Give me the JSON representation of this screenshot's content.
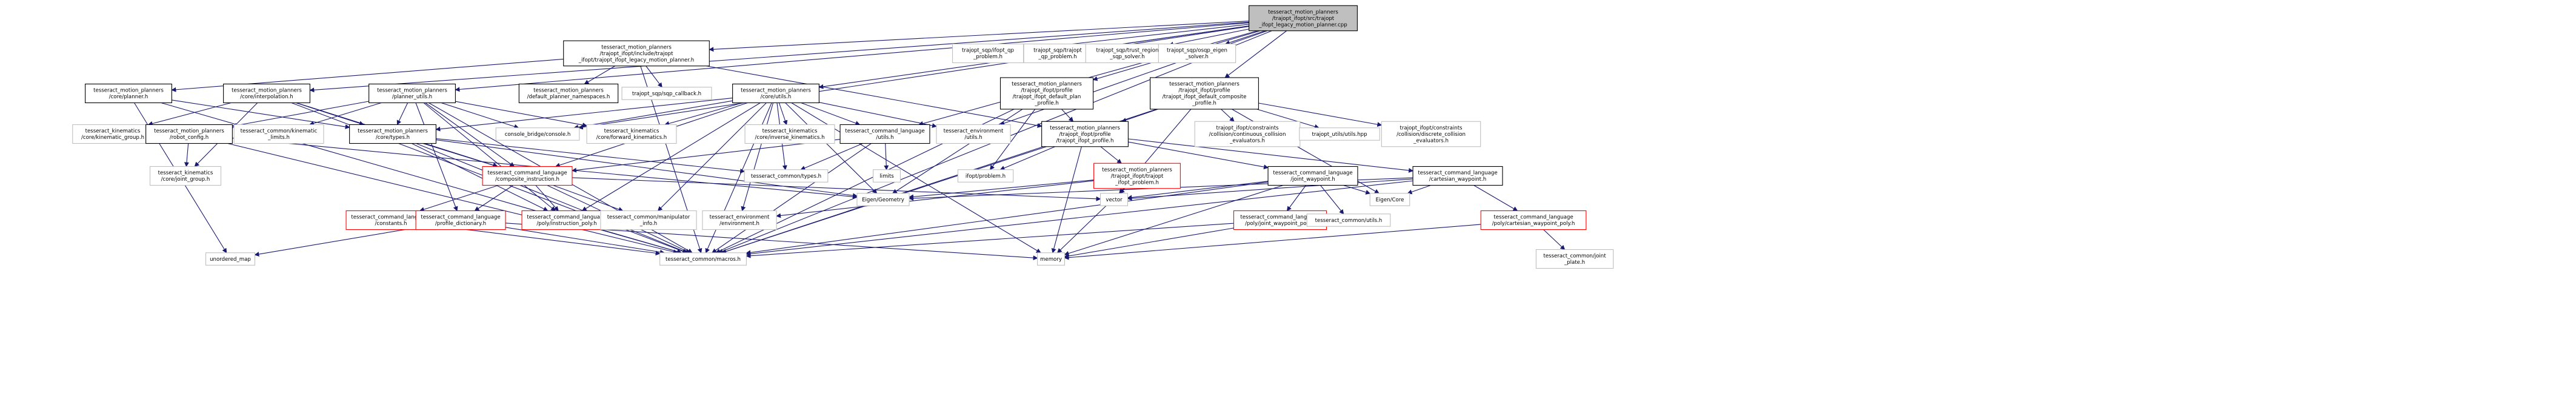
{
  "colors": {
    "edge": "#191970",
    "normal_border": "#000000",
    "missing_border": "#bfbfbf",
    "unfollowed_border": "#ff0000",
    "root_fill": "#bfbfbf",
    "fill": "#ffffff"
  },
  "nodes": {
    "root": {
      "lines": [
        "tesseract_motion_planners",
        "/trajopt_ifopt/src/trajopt",
        "_ifopt_legacy_motion_planner.cpp"
      ],
      "kind": "root"
    },
    "legacy_h": {
      "lines": [
        "tesseract_motion_planners",
        "/trajopt_ifopt/include/trajopt",
        "_ifopt/trajopt_ifopt_legacy_motion_planner.h"
      ],
      "kind": "normal"
    },
    "ifopt_qp": {
      "lines": [
        "trajopt_sqp/ifopt_qp",
        "_problem.h"
      ],
      "kind": "missing"
    },
    "trajopt_qp": {
      "lines": [
        "trajopt_sqp/trajopt",
        "_qp_problem.h"
      ],
      "kind": "missing"
    },
    "trust_region": {
      "lines": [
        "trajopt_sqp/trust_region",
        "_sqp_solver.h"
      ],
      "kind": "missing"
    },
    "osqp_eigen": {
      "lines": [
        "trajopt_sqp/osqp_eigen",
        "_solver.h"
      ],
      "kind": "missing"
    },
    "core_planner": {
      "lines": [
        "tesseract_motion_planners",
        "/core/planner.h"
      ],
      "kind": "normal"
    },
    "core_interp": {
      "lines": [
        "tesseract_motion_planners",
        "/core/interpolation.h"
      ],
      "kind": "normal"
    },
    "planner_utils": {
      "lines": [
        "tesseract_motion_planners",
        "/planner_utils.h"
      ],
      "kind": "normal"
    },
    "default_ns": {
      "lines": [
        "tesseract_motion_planners",
        "/default_planner_namespaces.h"
      ],
      "kind": "normal"
    },
    "sqp_callback": {
      "lines": [
        "trajopt_sqp/sqp_callback.h"
      ],
      "kind": "missing"
    },
    "core_utils": {
      "lines": [
        "tesseract_motion_planners",
        "/core/utils.h"
      ],
      "kind": "normal"
    },
    "default_plan_profile": {
      "lines": [
        "tesseract_motion_planners",
        "/trajopt_ifopt/profile",
        "/trajopt_ifopt_default_plan",
        "_profile.h"
      ],
      "kind": "normal"
    },
    "default_comp_profile": {
      "lines": [
        "tesseract_motion_planners",
        "/trajopt_ifopt/profile",
        "/trajopt_ifopt_default_composite",
        "_profile.h"
      ],
      "kind": "normal"
    },
    "kinematic_group": {
      "lines": [
        "tesseract_kinematics",
        "/core/kinematic_group.h"
      ],
      "kind": "missing"
    },
    "robot_config": {
      "lines": [
        "tesseract_motion_planners",
        "/robot_config.h"
      ],
      "kind": "normal"
    },
    "common_kin_limits": {
      "lines": [
        "tesseract_common/kinematic",
        "_limits.h"
      ],
      "kind": "missing"
    },
    "core_types": {
      "lines": [
        "tesseract_motion_planners",
        "/core/types.h"
      ],
      "kind": "normal"
    },
    "console_bridge": {
      "lines": [
        "console_bridge/console.h"
      ],
      "kind": "missing"
    },
    "forward_kin": {
      "lines": [
        "tesseract_kinematics",
        "/core/forward_kinematics.h"
      ],
      "kind": "missing"
    },
    "inverse_kin": {
      "lines": [
        "tesseract_kinematics",
        "/core/inverse_kinematics.h"
      ],
      "kind": "missing"
    },
    "cl_utils": {
      "lines": [
        "tesseract_command_language",
        "/utils.h"
      ],
      "kind": "normal"
    },
    "env_utils": {
      "lines": [
        "tesseract_environment",
        "/utils.h"
      ],
      "kind": "missing"
    },
    "ifopt_profile": {
      "lines": [
        "tesseract_motion_planners",
        "/trajopt_ifopt/profile",
        "/trajopt_ifopt_profile.h"
      ],
      "kind": "normal"
    },
    "cont_eval": {
      "lines": [
        "trajopt_ifopt/constraints",
        "/collision/continuous_collision",
        "_evaluators.h"
      ],
      "kind": "missing"
    },
    "utils_hpp": {
      "lines": [
        "trajopt_utils/utils.hpp"
      ],
      "kind": "missing"
    },
    "disc_eval": {
      "lines": [
        "trajopt_ifopt/constraints",
        "/collision/discrete_collision",
        "_evaluators.h"
      ],
      "kind": "missing"
    },
    "joint_group": {
      "lines": [
        "tesseract_kinematics",
        "/core/joint_group.h"
      ],
      "kind": "missing"
    },
    "common_types": {
      "lines": [
        "tesseract_common/types.h"
      ],
      "kind": "missing"
    },
    "limits": {
      "lines": [
        "limits"
      ],
      "kind": "missing"
    },
    "ifopt_problem": {
      "lines": [
        "ifopt/problem.h"
      ],
      "kind": "missing"
    },
    "composite_instr": {
      "lines": [
        "tesseract_command_language",
        "/composite_instruction.h"
      ],
      "kind": "unfollowed"
    },
    "trajopt_ifopt_problem": {
      "lines": [
        "tesseract_motion_planners",
        "/trajopt_ifopt/trajopt",
        "_ifopt_problem.h"
      ],
      "kind": "unfollowed"
    },
    "joint_waypoint": {
      "lines": [
        "tesseract_command_language",
        "/joint_waypoint.h"
      ],
      "kind": "normal"
    },
    "cartesian_waypoint": {
      "lines": [
        "tesseract_command_language",
        "/cartesian_waypoint.h"
      ],
      "kind": "normal"
    },
    "vector": {
      "lines": [
        "vector"
      ],
      "kind": "missing"
    },
    "eigen_geometry": {
      "lines": [
        "Eigen/Geometry"
      ],
      "kind": "missing"
    },
    "cl_constants": {
      "lines": [
        "tesseract_command_language",
        "/constants.h"
      ],
      "kind": "unfollowed"
    },
    "profile_dict": {
      "lines": [
        "tesseract_command_language",
        "/profile_dictionary.h"
      ],
      "kind": "unfollowed"
    },
    "instruction_poly": {
      "lines": [
        "tesseract_command_language",
        "/poly/instruction_poly.h"
      ],
      "kind": "unfollowed"
    },
    "manip_info": {
      "lines": [
        "tesseract_common/manipulator",
        "_info.h"
      ],
      "kind": "missing"
    },
    "env_env": {
      "lines": [
        "tesseract_environment",
        "/environment.h"
      ],
      "kind": "missing"
    },
    "joint_wp_poly": {
      "lines": [
        "tesseract_command_language",
        "/poly/joint_waypoint_poly.h"
      ],
      "kind": "unfollowed"
    },
    "common_utils": {
      "lines": [
        "tesseract_common/utils.h"
      ],
      "kind": "missing"
    },
    "eigen_core": {
      "lines": [
        "Eigen/Core"
      ],
      "kind": "missing"
    },
    "cart_wp_poly": {
      "lines": [
        "tesseract_command_language",
        "/poly/cartesian_waypoint_poly.h"
      ],
      "kind": "unfollowed"
    },
    "unordered_map": {
      "lines": [
        "unordered_map"
      ],
      "kind": "missing"
    },
    "macros": {
      "lines": [
        "tesseract_common/macros.h"
      ],
      "kind": "missing"
    },
    "memory": {
      "lines": [
        "memory"
      ],
      "kind": "missing"
    },
    "joint_plate": {
      "lines": [
        "tesseract_common/joint",
        "_plate.h"
      ],
      "kind": "missing"
    }
  },
  "edges": [
    [
      "root",
      "legacy_h"
    ],
    [
      "root",
      "ifopt_qp"
    ],
    [
      "root",
      "trajopt_qp"
    ],
    [
      "root",
      "trust_region"
    ],
    [
      "root",
      "osqp_eigen"
    ],
    [
      "root",
      "core_utils"
    ],
    [
      "root",
      "default_plan_profile"
    ],
    [
      "root",
      "default_comp_profile"
    ],
    [
      "root",
      "core_interp"
    ],
    [
      "root",
      "planner_utils"
    ],
    [
      "root",
      "cl_utils"
    ],
    [
      "root",
      "env_utils"
    ],
    [
      "root",
      "console_bridge"
    ],
    [
      "root",
      "macros"
    ],
    [
      "legacy_h",
      "core_planner"
    ],
    [
      "legacy_h",
      "default_ns"
    ],
    [
      "legacy_h",
      "sqp_callback"
    ],
    [
      "legacy_h",
      "ifopt_profile"
    ],
    [
      "legacy_h",
      "macros"
    ],
    [
      "core_planner",
      "core_types"
    ],
    [
      "core_planner",
      "macros"
    ],
    [
      "core_planner",
      "unordered_map"
    ],
    [
      "core_interp",
      "core_types"
    ],
    [
      "core_interp",
      "composite_instr"
    ],
    [
      "core_interp",
      "joint_group"
    ],
    [
      "core_interp",
      "kinematic_group"
    ],
    [
      "core_interp",
      "macros"
    ],
    [
      "planner_utils",
      "robot_config"
    ],
    [
      "planner_utils",
      "common_kin_limits"
    ],
    [
      "planner_utils",
      "core_types"
    ],
    [
      "planner_utils",
      "composite_instr"
    ],
    [
      "planner_utils",
      "console_bridge"
    ],
    [
      "planner_utils",
      "forward_kin"
    ],
    [
      "planner_utils",
      "instruction_poly"
    ],
    [
      "planner_utils",
      "profile_dict"
    ],
    [
      "planner_utils",
      "macros"
    ],
    [
      "core_utils",
      "console_bridge"
    ],
    [
      "core_utils",
      "forward_kin"
    ],
    [
      "core_utils",
      "inverse_kin"
    ],
    [
      "core_utils",
      "cl_utils"
    ],
    [
      "core_utils",
      "env_utils"
    ],
    [
      "core_utils",
      "core_types"
    ],
    [
      "core_utils",
      "composite_instr"
    ],
    [
      "core_utils",
      "instruction_poly"
    ],
    [
      "core_utils",
      "eigen_geometry"
    ],
    [
      "core_utils",
      "env_env"
    ],
    [
      "core_utils",
      "manip_info"
    ],
    [
      "core_utils",
      "common_types"
    ],
    [
      "core_utils",
      "macros"
    ],
    [
      "core_utils",
      "memory"
    ],
    [
      "default_plan_profile",
      "ifopt_profile"
    ],
    [
      "default_plan_profile",
      "eigen_geometry"
    ],
    [
      "default_plan_profile",
      "macros"
    ],
    [
      "default_plan_profile",
      "ifopt_problem"
    ],
    [
      "default_comp_profile",
      "ifopt_profile"
    ],
    [
      "default_comp_profile",
      "cont_eval"
    ],
    [
      "default_comp_profile",
      "disc_eval"
    ],
    [
      "default_comp_profile",
      "utils_hpp"
    ],
    [
      "default_comp_profile",
      "vector"
    ],
    [
      "default_comp_profile",
      "eigen_core"
    ],
    [
      "default_comp_profile",
      "macros"
    ],
    [
      "robot_config",
      "joint_group"
    ],
    [
      "robot_config",
      "eigen_geometry"
    ],
    [
      "robot_config",
      "macros"
    ],
    [
      "core_types",
      "composite_instr"
    ],
    [
      "core_types",
      "instruction_poly"
    ],
    [
      "core_types",
      "eigen_geometry"
    ],
    [
      "core_types",
      "common_types"
    ],
    [
      "core_types",
      "macros"
    ],
    [
      "cl_utils",
      "composite_instr"
    ],
    [
      "cl_utils",
      "limits"
    ],
    [
      "cl_utils",
      "common_types"
    ],
    [
      "cl_utils",
      "macros"
    ],
    [
      "ifopt_profile",
      "trajopt_ifopt_problem"
    ],
    [
      "ifopt_profile",
      "joint_waypoint"
    ],
    [
      "ifopt_profile",
      "cartesian_waypoint"
    ],
    [
      "ifopt_profile",
      "ifopt_problem"
    ],
    [
      "ifopt_profile",
      "macros"
    ],
    [
      "ifopt_profile",
      "memory"
    ],
    [
      "composite_instr",
      "cl_constants"
    ],
    [
      "composite_instr",
      "profile_dict"
    ],
    [
      "composite_instr",
      "instruction_poly"
    ],
    [
      "composite_instr",
      "manip_info"
    ],
    [
      "composite_instr",
      "vector"
    ],
    [
      "composite_instr",
      "macros"
    ],
    [
      "trajopt_ifopt_problem",
      "vector"
    ],
    [
      "trajopt_ifopt_problem",
      "env_env"
    ],
    [
      "trajopt_ifopt_problem",
      "eigen_geometry"
    ],
    [
      "trajopt_ifopt_problem",
      "memory"
    ],
    [
      "joint_waypoint",
      "joint_wp_poly"
    ],
    [
      "joint_waypoint",
      "common_utils"
    ],
    [
      "joint_waypoint",
      "eigen_core"
    ],
    [
      "joint_waypoint",
      "vector"
    ],
    [
      "joint_waypoint",
      "memory"
    ],
    [
      "joint_waypoint",
      "macros"
    ],
    [
      "cartesian_waypoint",
      "cart_wp_poly"
    ],
    [
      "cartesian_waypoint",
      "eigen_core"
    ],
    [
      "cartesian_waypoint",
      "eigen_geometry"
    ],
    [
      "cartesian_waypoint",
      "vector"
    ],
    [
      "cartesian_waypoint",
      "macros"
    ],
    [
      "cl_constants",
      "macros"
    ],
    [
      "profile_dict",
      "unordered_map"
    ],
    [
      "profile_dict",
      "macros"
    ],
    [
      "profile_dict",
      "memory"
    ],
    [
      "instruction_poly",
      "macros"
    ],
    [
      "joint_wp_poly",
      "memory"
    ],
    [
      "joint_wp_poly",
      "macros"
    ],
    [
      "cart_wp_poly",
      "joint_plate"
    ],
    [
      "cart_wp_poly",
      "memory"
    ]
  ]
}
